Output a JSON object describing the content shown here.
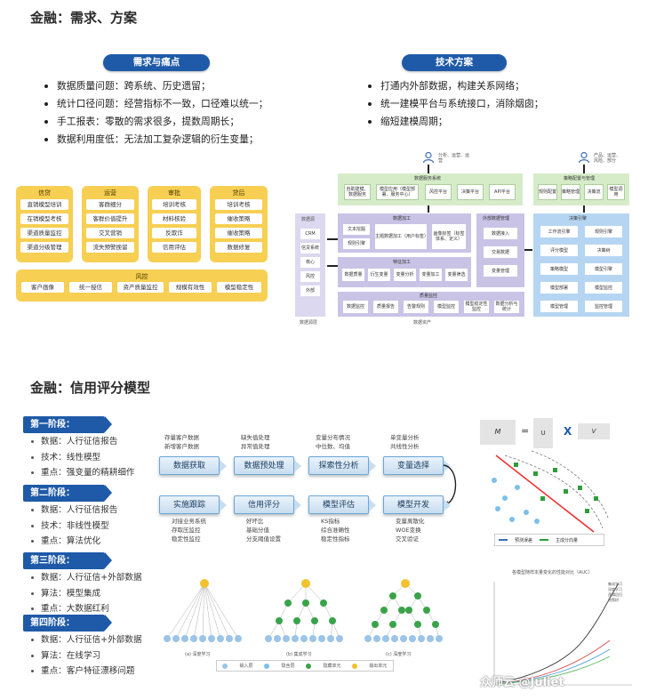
{
  "section1": {
    "title": "金融：需求、方案",
    "needs": {
      "heading": "需求与痛点",
      "items": [
        "数据质量问题：跨系统、历史遗留；",
        "统计口径问题：经营指标不一致，口径难以统一；",
        "手工报表：零散的需求很多，提数周期长；",
        "数据利用度低：无法加工复杂逻辑的衍生变量；"
      ]
    },
    "solution": {
      "heading": "技术方案",
      "items": [
        "打通内外部数据，构建关系网络；",
        "统一建模平台与系统接口，消除烟囱；",
        "缩短建模周期；"
      ]
    },
    "yellow": {
      "groups": [
        {
          "title": "信贷",
          "cells": [
            "直销模型培训",
            "在销模型考核",
            "渠道质量监控",
            "渠道分级管理"
          ]
        },
        {
          "title": "运营",
          "cells": [
            "客群细分",
            "客群价值提升",
            "交叉营销",
            "流失预警挽留"
          ]
        },
        {
          "title": "审批",
          "cells": [
            "培训考核",
            "材料核验",
            "反欺诈",
            "信用评估"
          ]
        },
        {
          "title": "贷后",
          "cells": [
            "培训考核",
            "催收策略",
            "催收策略",
            "数据修复"
          ]
        }
      ],
      "bottom_title": "风控",
      "bottom_cells": [
        "客户画像",
        "统一授信",
        "资产质量监控",
        "规模有效性",
        "模型稳定性"
      ]
    },
    "arch": {
      "top_icon_text": "分析、运营、运营",
      "right_icon_text": "产品、运营、风险、部分",
      "service_bar": "数据服务系统",
      "service_cells": [
        "自助建模、数据服务",
        "模型应用（模型部署、服务中心）",
        "风控平台",
        "决策平台",
        "API平台"
      ],
      "source_label": "数据源",
      "source_cells": [
        "CRM",
        "信贷系统",
        "核心",
        "风控",
        "外部"
      ],
      "source_footer": "数据源层",
      "data_process": "数据加工",
      "dp_cells": [
        "文本挖掘",
        "规则引擎",
        "主题数据加工（用户标签）",
        "画像标签（标签体系、定义）"
      ],
      "feature_process": "特征加工",
      "fp_cells": [
        "数据质量",
        "衍生变量",
        "变量分析",
        "变量加工",
        "变量筛选"
      ],
      "quality": "质量监控",
      "q_cells": [
        "数据监控",
        "质量报告",
        "告警规则",
        "模型监控",
        "模型稳定性监控",
        "数据分析与统计"
      ],
      "middle_footer": "数据资产",
      "mgmt": "外部数据管理",
      "mgmt_cells": [
        "数据接入",
        "交易数据",
        "变量管理"
      ],
      "right_top": "策略配置与管理",
      "right_top_cells": [
        "规则配置",
        "策略管理",
        "决策流",
        "模型调用"
      ],
      "right_main": "决策引擎",
      "right_cells": [
        "工作流引擎",
        "规则引擎",
        "评分模型",
        "决策树",
        "策略模型",
        "模型引擎",
        "模型部署",
        "模型监控",
        "模型管理",
        "监控管理"
      ]
    }
  },
  "section2": {
    "title": "金融：信用评分模型",
    "stages": [
      {
        "title": "第一阶段：",
        "items": [
          "数据：人行征信报告",
          "技术：线性模型",
          "重点：强变量的精耕细作"
        ]
      },
      {
        "title": "第二阶段：",
        "items": [
          "数据：人行征信报告",
          "技术：非线性模型",
          "重点：算法优化"
        ]
      },
      {
        "title": "第三阶段：",
        "items": [
          "数据：人行征信+外部数据",
          "算法：模型集成",
          "重点：大数据红利"
        ]
      },
      {
        "title": "第四阶段：",
        "items": [
          "数据：人行征信+外部数据",
          "算法：在线学习",
          "重点：客户特征漂移问题"
        ]
      }
    ],
    "flow_top": [
      {
        "label": "数据获取",
        "notes": [
          "存量客户数据",
          "新增客户数据"
        ]
      },
      {
        "label": "数据预处理",
        "notes": [
          "缺失值处理",
          "异常值处理"
        ]
      },
      {
        "label": "探索性分析",
        "notes": [
          "变量分布情况",
          "中位数、均值"
        ]
      },
      {
        "label": "变量选择",
        "notes": [
          "单变量分析",
          "共线性分析"
        ]
      }
    ],
    "flow_bottom": [
      {
        "label": "实施跟踪",
        "notes": [
          "对接业务系统",
          "存取压监控",
          "稳定性监控"
        ]
      },
      {
        "label": "信用评分",
        "notes": [
          "好坏比",
          "基础分值",
          "分支阈值设置"
        ]
      },
      {
        "label": "模型评估",
        "notes": [
          "KS指标",
          "综合准确性",
          "稳定性指标"
        ]
      },
      {
        "label": "模型开发",
        "notes": [
          "变量离散化",
          "WOE变换",
          "交叉验证"
        ]
      }
    ],
    "matrix": {
      "m": "M",
      "eq": "=",
      "u": "U",
      "x": "X",
      "v": "V",
      "legend": [
        "预测误差",
        "主成分向量"
      ]
    },
    "nets": {
      "labels": [
        "(a) 深度学习",
        "(b) 集成学习",
        "(c) 深度学习"
      ],
      "legend": [
        "输入层",
        "隐含层",
        "隐藏单元",
        "输出单元"
      ]
    },
    "line_chart": {
      "title": "各模型随样本量变化的性能对比（AUC）",
      "legend": [
        "集成学习",
        "深度学习",
        "逻辑回归",
        "决策树"
      ]
    },
    "watermark": "众师云 @Juliet"
  }
}
